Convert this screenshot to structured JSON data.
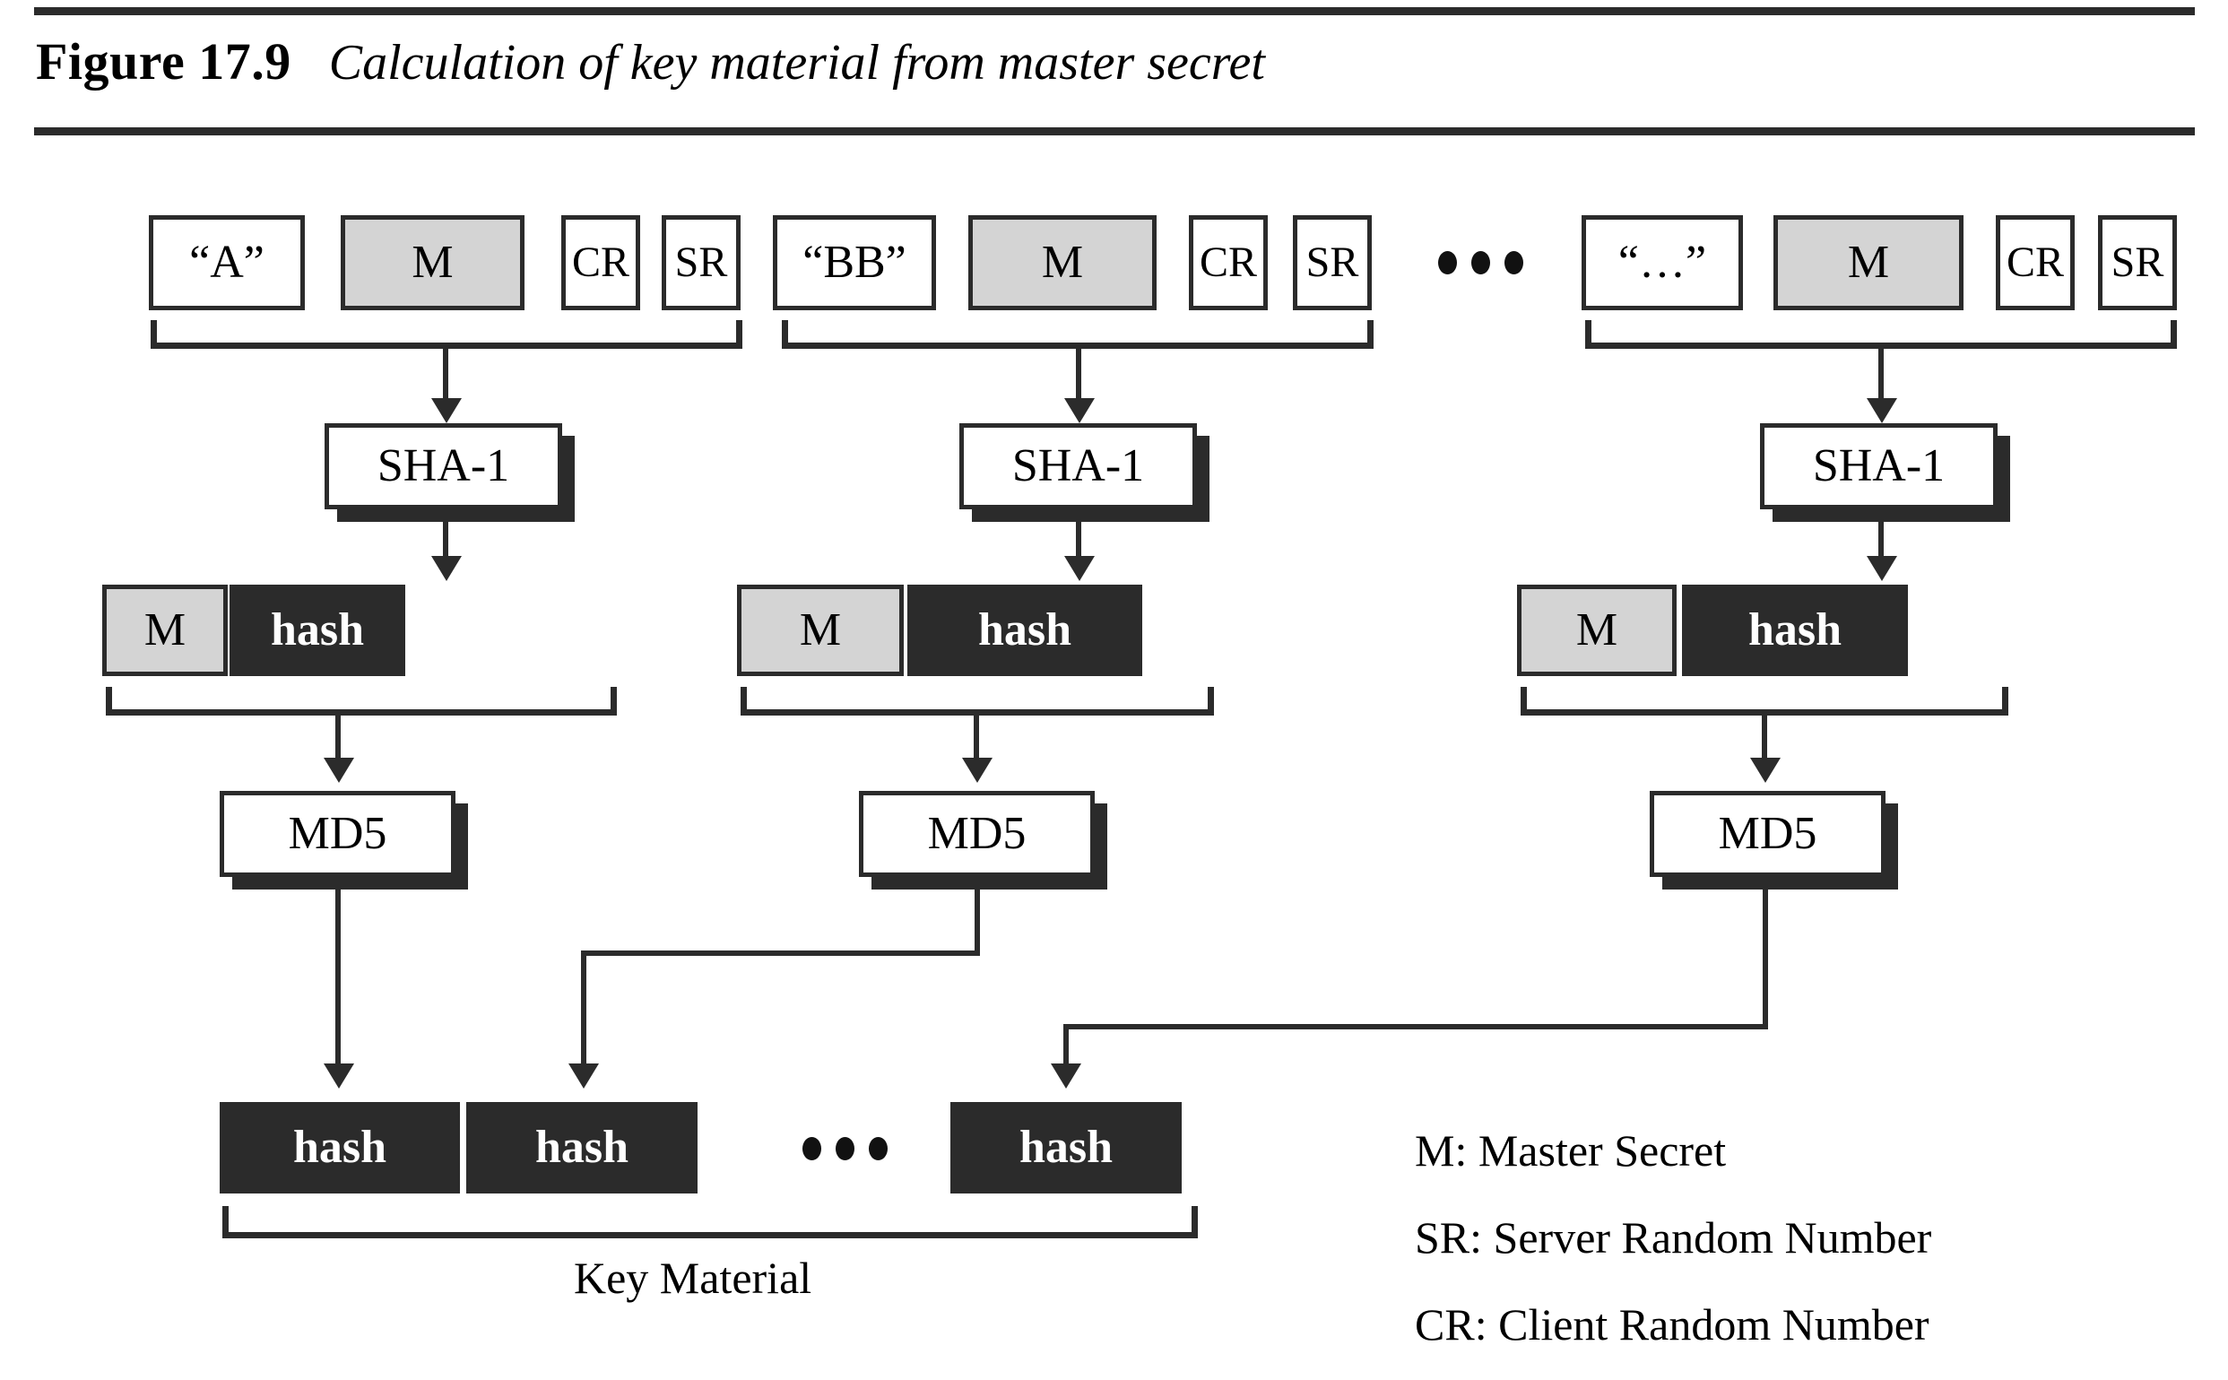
{
  "figure": {
    "number": "Figure 17.9",
    "caption": "Calculation of key material from master secret"
  },
  "colors": {
    "ink": "#2b2b2b",
    "gray_fill": "#d4d4d4",
    "dark_fill": "#2b2b2b",
    "white_fill": "#ffffff"
  },
  "columns": [
    {
      "seed_label": "“A”",
      "master_label": "M",
      "cr_label": "CR",
      "sr_label": "SR",
      "sha_label": "SHA-1",
      "mid_master_label": "M",
      "mid_hash_label": "hash",
      "md5_label": "MD5",
      "out_hash_label": "hash"
    },
    {
      "seed_label": "“BB”",
      "master_label": "M",
      "cr_label": "CR",
      "sr_label": "SR",
      "sha_label": "SHA-1",
      "mid_master_label": "M",
      "mid_hash_label": "hash",
      "md5_label": "MD5",
      "out_hash_label": "hash"
    },
    {
      "seed_label": "“…”",
      "master_label": "M",
      "cr_label": "CR",
      "sr_label": "SR",
      "sha_label": "SHA-1",
      "mid_master_label": "M",
      "mid_hash_label": "hash",
      "md5_label": "MD5",
      "out_hash_label": "hash"
    }
  ],
  "output": {
    "caption": "Key Material"
  },
  "legend": [
    "M: Master Secret",
    "SR: Server Random Number",
    "CR: Client Random Number"
  ],
  "icons": {
    "ellipsis_top": "horizontal-ellipsis-icon",
    "ellipsis_bottom": "horizontal-ellipsis-icon"
  }
}
